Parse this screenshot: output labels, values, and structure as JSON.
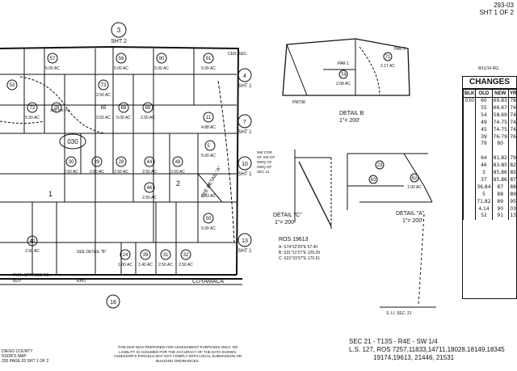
{
  "header": {
    "map_number": "293-03",
    "sheet": "SHT 1 OF 2",
    "date": "8/11/14 RG"
  },
  "changes": {
    "title": "CHANGES",
    "columns": [
      "BLK",
      "OLD",
      "NEW",
      "YR"
    ],
    "rows": [
      [
        "030",
        "60",
        "69,83",
        "78"
      ],
      [
        "",
        "55",
        "66,67",
        "74"
      ],
      [
        "",
        "54",
        "58,69",
        "74"
      ],
      [
        "",
        "49",
        "74-75",
        "74"
      ],
      [
        "",
        "45",
        "74-75",
        "74"
      ],
      [
        "",
        "39",
        "76-79",
        "76"
      ],
      [
        "",
        "79",
        "80",
        ""
      ],
      [
        "",
        "",
        "",
        ""
      ],
      [
        "",
        "64",
        "81,82",
        "79"
      ],
      [
        "",
        "46",
        "83-85",
        "82"
      ],
      [
        "",
        "3",
        "85,86",
        "85"
      ],
      [
        "",
        "37",
        "85,86",
        "87"
      ],
      [
        "",
        "36,84",
        "87",
        "88"
      ],
      [
        "",
        "5",
        "88",
        "89"
      ],
      [
        "",
        "71,82",
        "89",
        "95"
      ],
      [
        "",
        "4,14",
        "90",
        "03"
      ],
      [
        "",
        "52",
        "91",
        "13"
      ]
    ]
  },
  "sheet_refs": [
    {
      "num": "3",
      "label": "SHT 2"
    },
    {
      "num": "4",
      "label": "SHT 1"
    },
    {
      "num": "7",
      "label": "SHT 1"
    },
    {
      "num": "10",
      "label": "SHT 1"
    },
    {
      "num": "13",
      "label": "SHT 1"
    },
    {
      "num": "18",
      "label": ""
    }
  ],
  "block_number": "030",
  "labels": {
    "cen_sec": "CEN. SEC.",
    "detail_a": "SEE DETAIL \"A\"",
    "see_detail_b": "SEE DETAIL \"B\"",
    "see_detail": "SEE DETAIL",
    "iron_springs": "IRON SPRINGS RD.",
    "cuyamaca": "CUYAMACA",
    "bdy": "BDY.",
    "rho": "RHO",
    "detail_b_title": "DETAIL B",
    "detail_b_scale": "1\"= 200'",
    "detail_c_title": "DETAIL \"C\"",
    "detail_c_scale": "1\"= 200'",
    "detail_a_title": "DETAIL \"A\"",
    "detail_a_scale": "1\"= 200'",
    "nw_cor": [
      "NW COR",
      "OF SW OF",
      "NWQ OF",
      "SWQ OF",
      "SEC 21"
    ],
    "s_li": "S. LI. SEC. 21",
    "pm738": "PM738",
    "par1": "PAR 1",
    "par2": "PAR 2"
  },
  "ros": {
    "title": "ROS 19613",
    "lines": [
      "A: S74°22'29\"E 57.40",
      "B: S31°12'27\"E 129.29",
      "C: S21°33'37\"E 170.61"
    ]
  },
  "parcels": [
    {
      "num": "57",
      "ac": "5.00 AC"
    },
    {
      "num": "56",
      "ac": "5.00 AC"
    },
    {
      "num": "90",
      "ac": "5.00 AC"
    },
    {
      "num": "91",
      "ac": "5.00 AC"
    },
    {
      "num": "53",
      "ac": ""
    },
    {
      "num": "72",
      "ac": "5.00 AC"
    },
    {
      "num": "73",
      "ac": "2.50 AC"
    },
    {
      "num": "68",
      "ac": "5.00 AC"
    },
    {
      "num": "65",
      "ac": "2.50 AC"
    },
    {
      "num": "66",
      "ac": "2.50 AC"
    },
    {
      "num": "28",
      "ac": ""
    },
    {
      "num": "1",
      "ac": ""
    },
    {
      "num": "2",
      "ac": ""
    },
    {
      "num": "30",
      "ac": "2.50 AC"
    },
    {
      "num": "29",
      "ac": "2.50 AC"
    },
    {
      "num": "28",
      "ac": "2.50 AC"
    },
    {
      "num": "44",
      "ac": "2.50 AC"
    },
    {
      "num": "48",
      "ac": "2.50 AC"
    },
    {
      "num": "50",
      "ac": "5.00 AC"
    },
    {
      "num": "46",
      "ac": "2.50 AC"
    },
    {
      "num": "31",
      "ac": "2.50 AC"
    },
    {
      "num": "32",
      "ac": "2.50 AC"
    },
    {
      "num": "40",
      "ac": "2.50 AC"
    },
    {
      "num": "39",
      "ac": "2.40 AC"
    },
    {
      "num": "5",
      "ac": "5.00 AC"
    },
    {
      "num": "74",
      "ac": "2.08 AC"
    },
    {
      "num": "71",
      "ac": "2.17 AC"
    },
    {
      "num": "11",
      "ac": "4.88 AC"
    },
    {
      "num": "3",
      "ac": "2.43 AC"
    },
    {
      "num": "62",
      "ac": "1.00 AC"
    },
    {
      "num": "63",
      "ac": ""
    },
    {
      "num": "23",
      "ac": ""
    },
    {
      "num": "24",
      "ac": "1.00 AC"
    }
  ],
  "footer": {
    "line1": "SEC 21 - T13S - R4E - SW 1/4",
    "line2": "L.S. 127, ROS 7257,11833,14711,18028,18149,18345",
    "line3": "19174,19613, 21446, 21531"
  },
  "disclaimer": "THIS MAP WAS PREPARED FOR ASSESSMENT PURPOSES ONLY. NO LIABILITY IS ASSUMED FOR THE ACCURACY OF THE DATA SHOWN. ASSESSOR'S PARCELS MAY NOT COMPLY WITH LOCAL SUBDIVISION OR BUILDING ORDINANCES.",
  "corner": [
    "DIEGO COUNTY",
    "SSOR'S MAP",
    "293 PAGE 03 SHT 1 OF 2"
  ]
}
